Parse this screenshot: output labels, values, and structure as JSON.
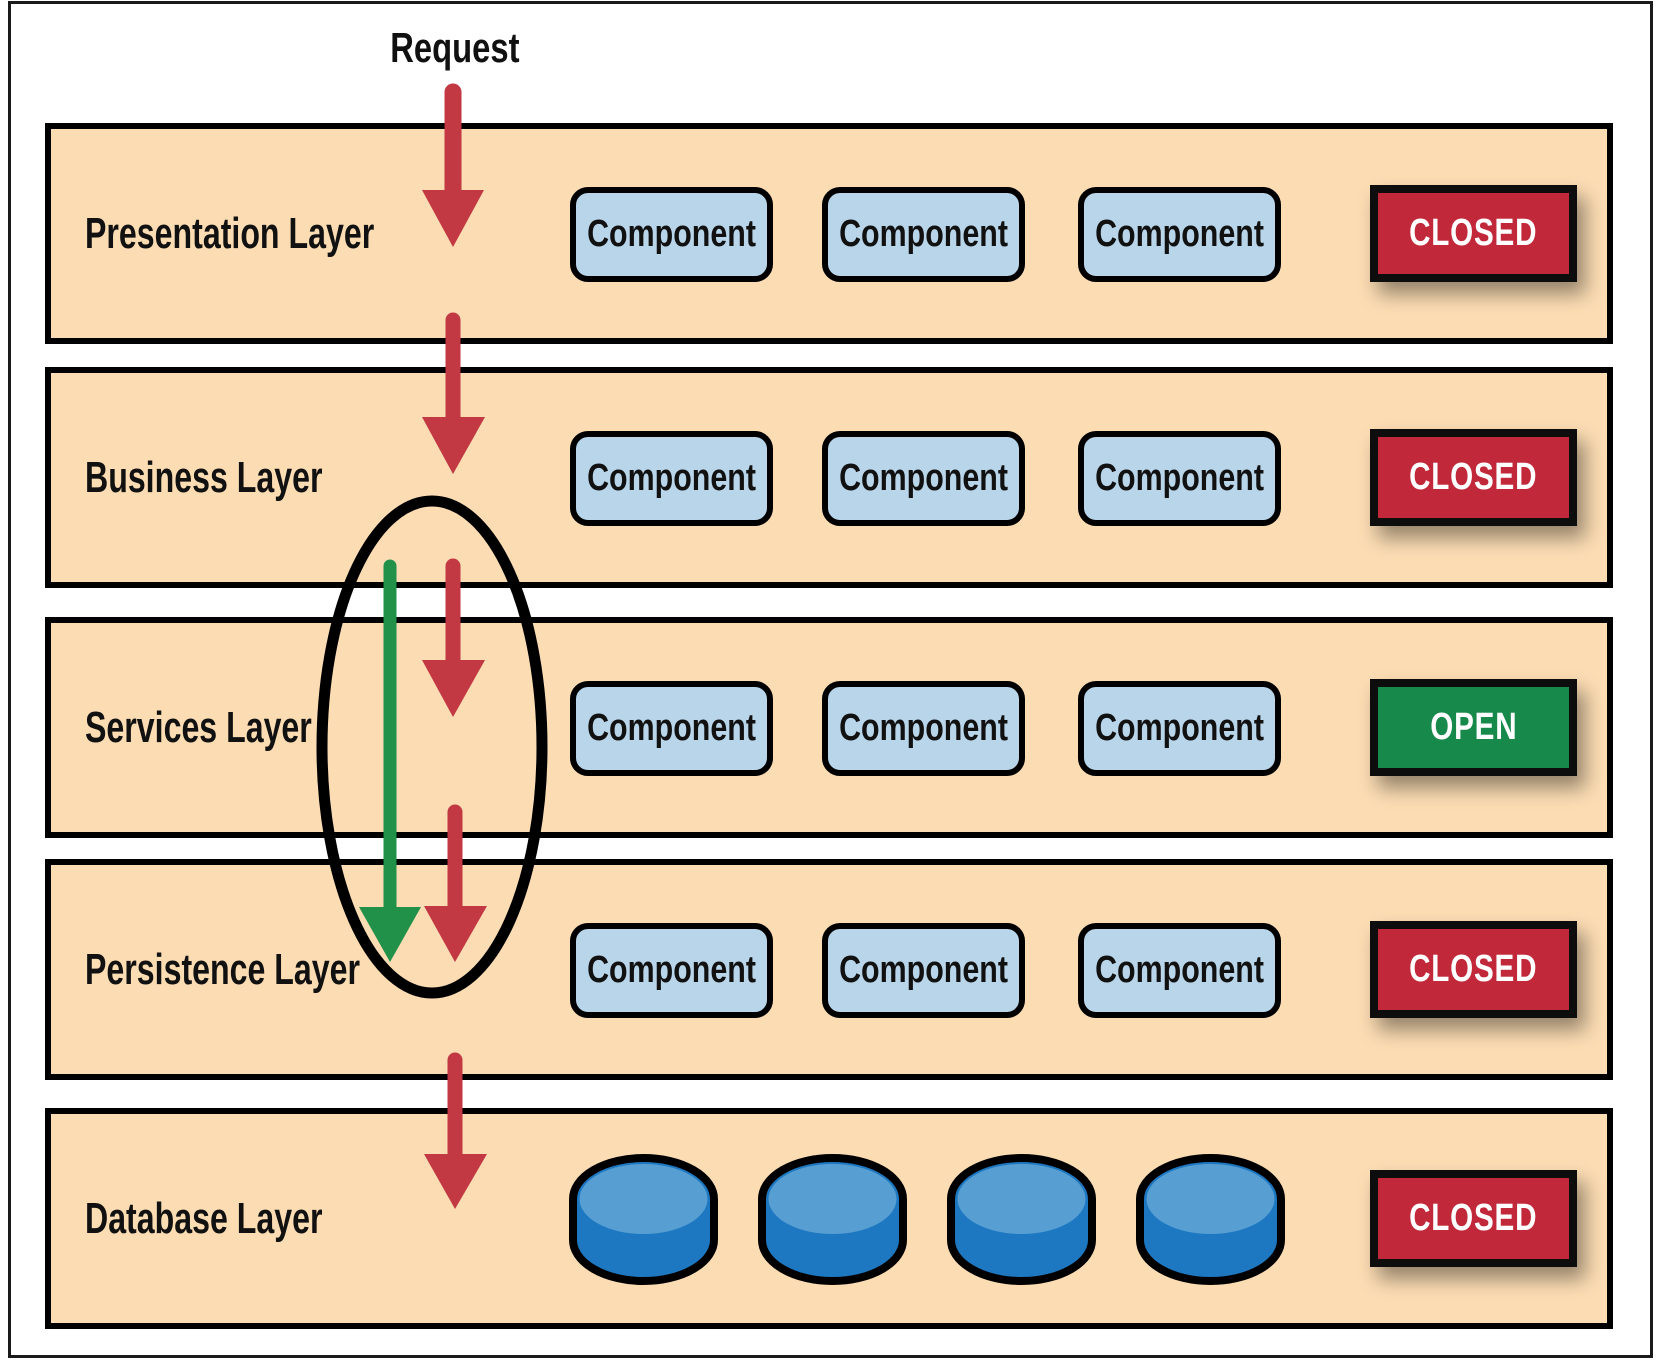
{
  "request": {
    "label": "Request"
  },
  "layers": [
    {
      "id": "presentation",
      "label": "Presentation Layer",
      "components": [
        "Component",
        "Component",
        "Component"
      ],
      "badge": {
        "label": "CLOSED",
        "state": "closed",
        "color": "#c1293b"
      }
    },
    {
      "id": "business",
      "label": "Business Layer",
      "components": [
        "Component",
        "Component",
        "Component"
      ],
      "badge": {
        "label": "CLOSED",
        "state": "closed",
        "color": "#c1293b"
      }
    },
    {
      "id": "services",
      "label": "Services Layer",
      "components": [
        "Component",
        "Component",
        "Component"
      ],
      "badge": {
        "label": "OPEN",
        "state": "open",
        "color": "#17894a"
      }
    },
    {
      "id": "persistence",
      "label": "Persistence Layer",
      "components": [
        "Component",
        "Component",
        "Component"
      ],
      "badge": {
        "label": "CLOSED",
        "state": "closed",
        "color": "#c1293b"
      }
    },
    {
      "id": "database",
      "label": "Database Layer",
      "database_count": 4,
      "badge": {
        "label": "CLOSED",
        "state": "closed",
        "color": "#c1293b"
      }
    }
  ],
  "colors": {
    "layer_fill": "#fbdcb3",
    "component_fill": "#b9d5ea",
    "closed_badge": "#c1293b",
    "open_badge": "#17894a",
    "arrow_red": "#c23843",
    "arrow_green": "#219149",
    "database_top": "#579ed2",
    "database_body": "#1d78c1",
    "outline": "#000000"
  }
}
